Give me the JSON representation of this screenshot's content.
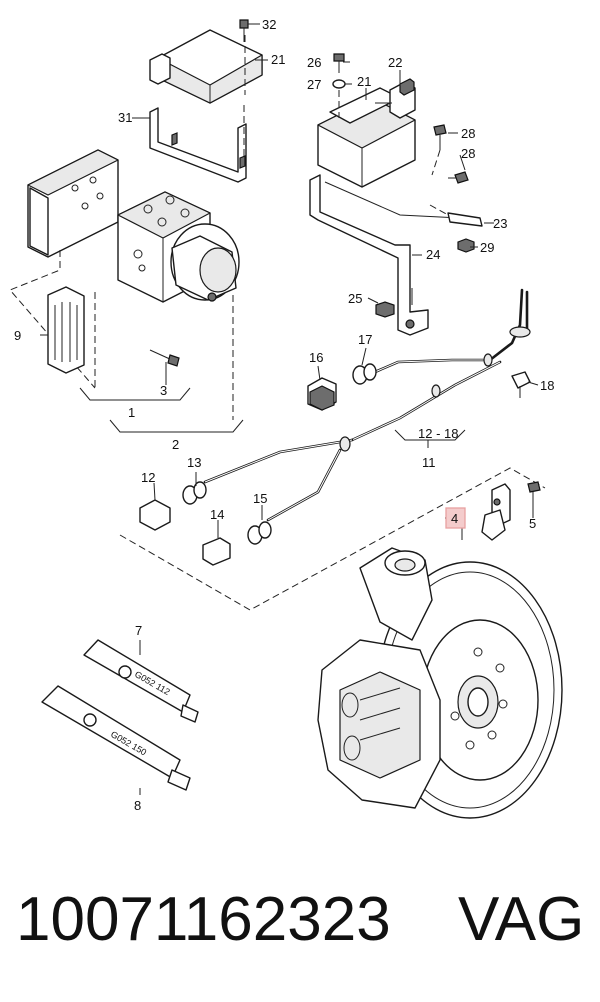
{
  "callouts": {
    "c1": "1",
    "c2": "2",
    "c3": "3",
    "c4": "4",
    "c5": "5",
    "c7": "7",
    "c8": "8",
    "c9": "9",
    "c11": "11",
    "c12": "12",
    "c13": "13",
    "c14": "14",
    "c15": "15",
    "c16": "16",
    "c17": "17",
    "c18": "18",
    "c1218": "12 - 18",
    "c21a": "21",
    "c21b": "21",
    "c22": "22",
    "c23": "23",
    "c24": "24",
    "c25": "25",
    "c26": "26",
    "c27": "27",
    "c28a": "28",
    "c28b": "28",
    "c29": "29",
    "c31": "31",
    "c32": "32"
  },
  "tubes": {
    "upper": "G052 112",
    "lower": "G052 150"
  },
  "highlight_color": "#e8a0a0",
  "footer": {
    "part_number": "10071162323",
    "brand": "VAG"
  }
}
